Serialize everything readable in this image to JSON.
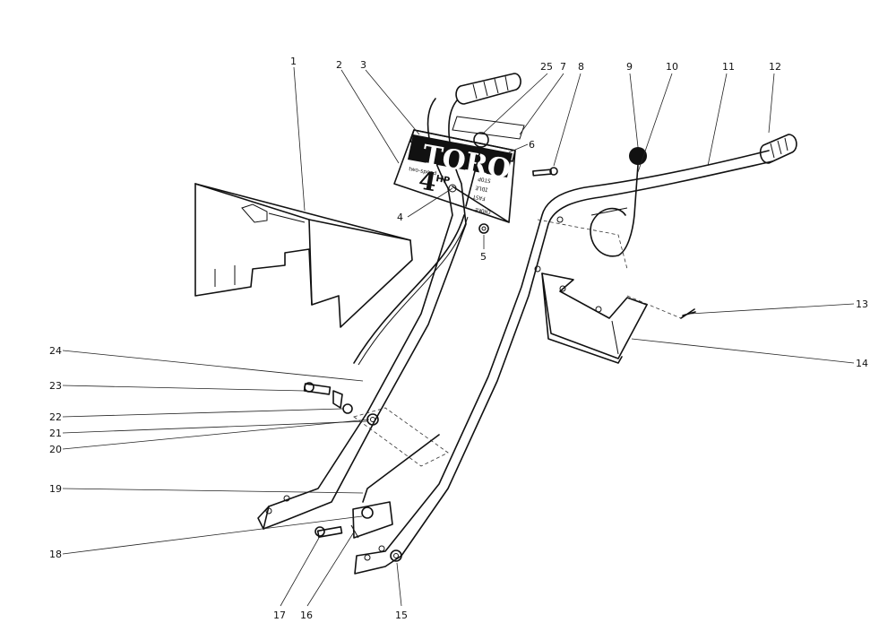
{
  "decal": {
    "brand": "TORO",
    "sub": "two-speed",
    "big": "4",
    "hp": "HP",
    "dial": [
      "CHOKE",
      "FAST",
      "IDLE",
      "STOP"
    ]
  },
  "callouts": [
    {
      "label": "1"
    },
    {
      "label": "2"
    },
    {
      "label": "3"
    },
    {
      "label": "25"
    },
    {
      "label": "7"
    },
    {
      "label": "8"
    },
    {
      "label": "9"
    },
    {
      "label": "10"
    },
    {
      "label": "11"
    },
    {
      "label": "12"
    },
    {
      "label": "6"
    },
    {
      "label": "4"
    },
    {
      "label": "5"
    },
    {
      "label": "13"
    },
    {
      "label": "14"
    },
    {
      "label": "24"
    },
    {
      "label": "23"
    },
    {
      "label": "22"
    },
    {
      "label": "21"
    },
    {
      "label": "20"
    },
    {
      "label": "19"
    },
    {
      "label": "18"
    },
    {
      "label": "17"
    },
    {
      "label": "16"
    },
    {
      "label": "15"
    }
  ]
}
